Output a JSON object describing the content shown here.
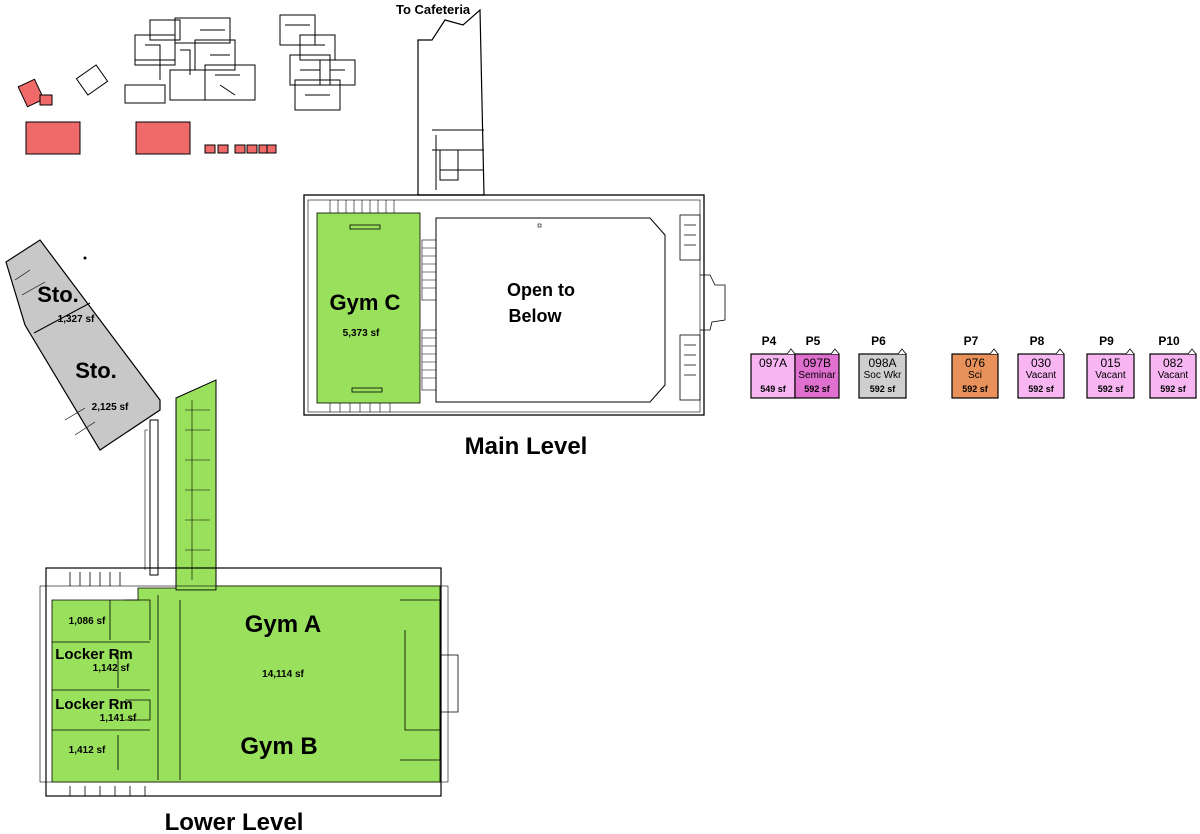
{
  "colors": {
    "gym": "#99e05c",
    "storage": "#c8c8c8",
    "relocatable_pink": "#f7b6f2",
    "relocatable_magenta": "#e070d0",
    "relocatable_orange": "#e8915a",
    "relocatable_gray": "#cfcfcf",
    "highlight_red": "#f06a6a",
    "line": "#000000"
  },
  "labels": {
    "to_cafeteria": "To Cafeteria",
    "main_level": "Main Level",
    "lower_level": "Lower Level",
    "open_to_below": [
      "Open to",
      "Below"
    ]
  },
  "rooms": {
    "gym_c": {
      "name": "Gym C",
      "area": "5,373 sf"
    },
    "sto_upper": {
      "name": "Sto.",
      "area": "1,327 sf"
    },
    "sto_lower": {
      "name": "Sto.",
      "area": "2,125 sf"
    },
    "gym_a": {
      "name": "Gym A",
      "area": "14,114 sf"
    },
    "gym_b": {
      "name": "Gym B"
    },
    "room_1086": {
      "area": "1,086 sf"
    },
    "locker_1": {
      "name": "Locker Rm",
      "area": "1,142 sf"
    },
    "locker_2": {
      "name": "Locker Rm",
      "area": "1,141 sf"
    },
    "room_1412": {
      "area": "1,412 sf"
    }
  },
  "portables": [
    {
      "id": "P4",
      "room": "097A",
      "use": "",
      "area": "549 sf",
      "color": "#f7b6f2"
    },
    {
      "id": "P5",
      "room": "097B",
      "use": "Seminar",
      "area": "592 sf",
      "color": "#e070d0"
    },
    {
      "id": "P6",
      "room": "098A",
      "use": "Soc Wkr",
      "area": "592 sf",
      "color": "#cfcfcf"
    },
    {
      "id": "P7",
      "room": "076",
      "use": "Sci",
      "area": "592 sf",
      "color": "#e8915a"
    },
    {
      "id": "P8",
      "room": "030",
      "use": "Vacant",
      "area": "592 sf",
      "color": "#f7b6f2"
    },
    {
      "id": "P9",
      "room": "015",
      "use": "Vacant",
      "area": "592 sf",
      "color": "#f7b6f2"
    },
    {
      "id": "P10",
      "room": "082",
      "use": "Vacant",
      "area": "592 sf",
      "color": "#f7b6f2"
    }
  ]
}
